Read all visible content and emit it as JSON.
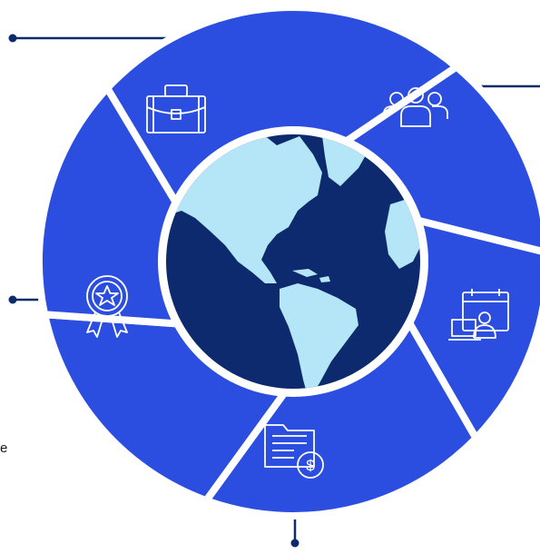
{
  "diagram": {
    "colors": {
      "segment": "#2b4ee0",
      "connector": "#0d2a6e",
      "gap": "#ffffff",
      "ocean": "#0d2a6e",
      "land": "#b5e6f7",
      "icon_stroke": "#ffffff"
    },
    "segments": [
      {
        "name": "career",
        "icon": "briefcase-icon"
      },
      {
        "name": "team",
        "icon": "people-group-icon"
      },
      {
        "name": "remote-work",
        "icon": "calendar-laptop-person-icon"
      },
      {
        "name": "finance",
        "icon": "folder-dollar-icon"
      },
      {
        "name": "achievement",
        "icon": "award-ribbon-star-icon"
      },
      {
        "name": "",
        "icon": ""
      }
    ],
    "center": {
      "icon": "globe-americas-icon"
    },
    "edge_fragment": "e"
  }
}
